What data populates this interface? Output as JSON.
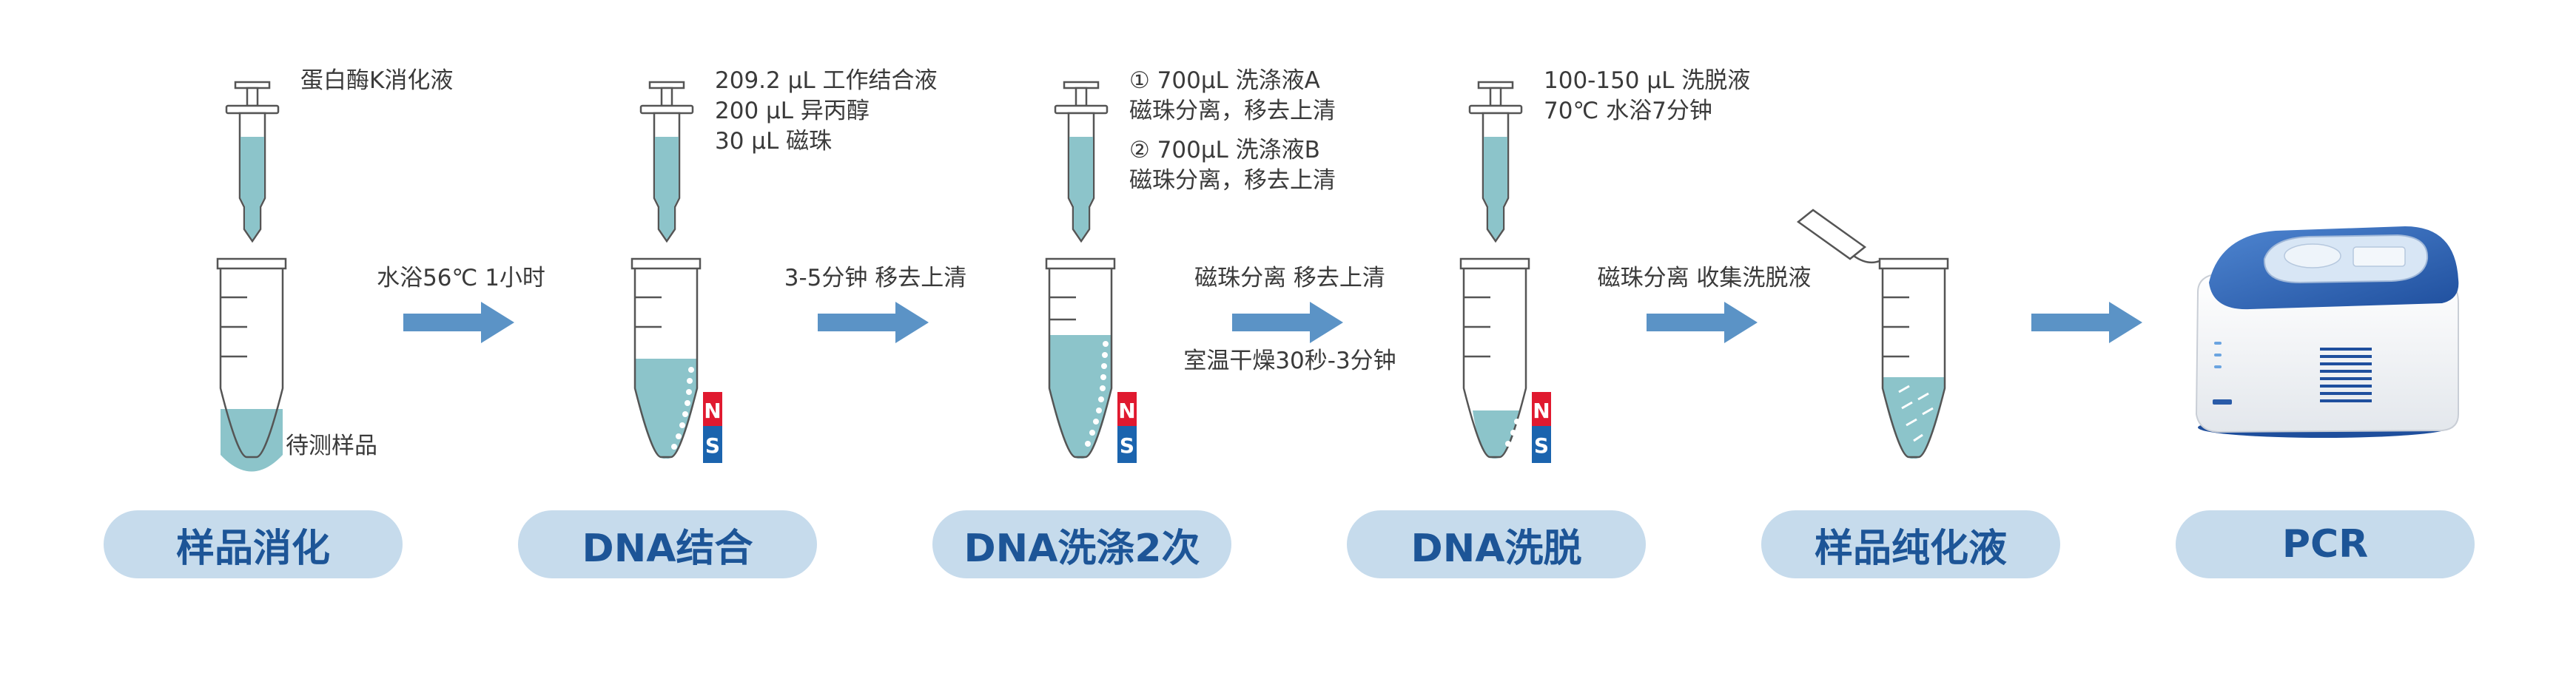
{
  "steps": [
    {
      "label": "样品消化",
      "reagents": [
        "蛋白酶K消化液"
      ],
      "tube_note": "待测样品",
      "transition": "水浴56℃ 1小时"
    },
    {
      "label": "DNA结合",
      "reagents": [
        "209.2 μL 工作结合液",
        "200 μL 异丙醇",
        "30 μL 磁珠"
      ],
      "transition": "3-5分钟 移去上清"
    },
    {
      "label": "DNA洗涤2次",
      "reagents": [
        "① 700μL 洗涤液A",
        "磁珠分离，移去上清",
        "② 700μL 洗涤液B",
        "磁珠分离，移去上清"
      ],
      "transition": "磁珠分离 移去上清",
      "transition_note": "室温干燥30秒-3分钟"
    },
    {
      "label": "DNA洗脱",
      "reagents": [
        "100-150 μL 洗脱液",
        "70℃ 水浴7分钟"
      ],
      "transition": "磁珠分离 收集洗脱液"
    },
    {
      "label": "样品纯化液"
    },
    {
      "label": "PCR"
    }
  ],
  "magnet": {
    "north": "N",
    "south": "S"
  },
  "colors": {
    "liquid": "#8cc4ca",
    "arrow": "#5b93c6",
    "pill_bg": "#c6dbec",
    "pill_text": "#1d5597",
    "magnet_north": "#e0192f",
    "magnet_south": "#1b64ae",
    "pcr_blue": "#2a5ba8"
  }
}
